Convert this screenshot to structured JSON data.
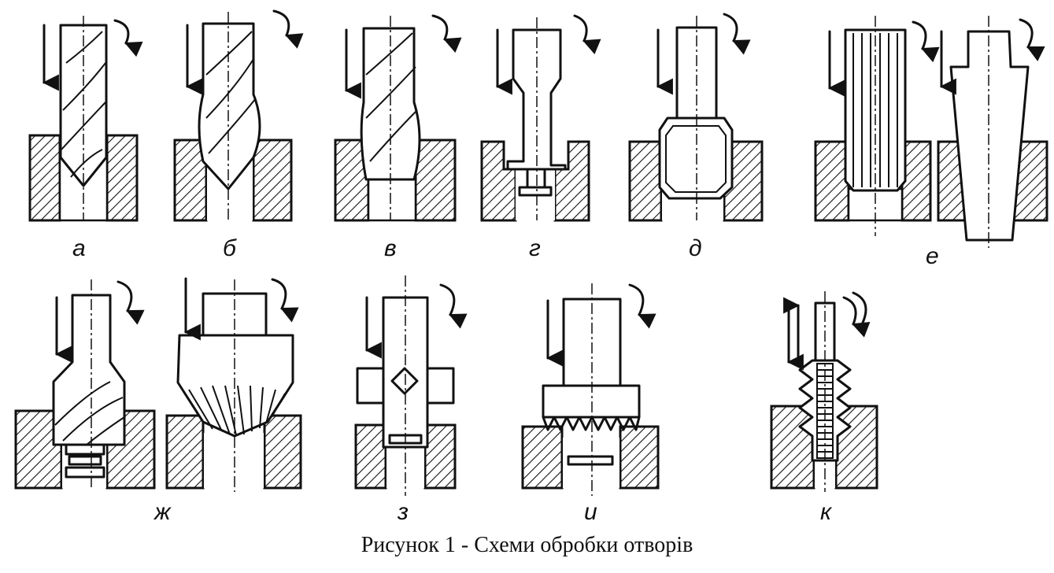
{
  "caption": "Рисунок 1 - Схеми обробки отворів",
  "labels": {
    "a": "а",
    "b": "б",
    "v": "в",
    "g": "г",
    "d": "д",
    "e": "е",
    "zh": "ж",
    "z": "з",
    "i": "и",
    "k": "к"
  },
  "colors": {
    "ink": "#111111",
    "paper": "#ffffff"
  }
}
